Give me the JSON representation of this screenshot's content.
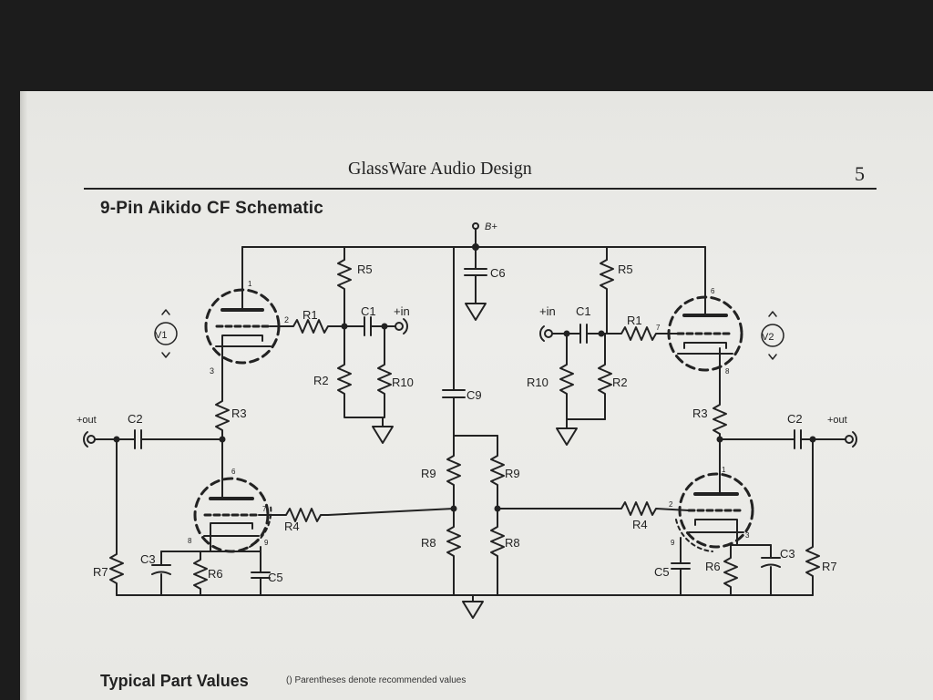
{
  "header": {
    "title": "GlassWare Audio Design",
    "page_number": "5"
  },
  "figure": {
    "title": "9-Pin Aikido CF  Schematic"
  },
  "labels": {
    "b_plus": "B+",
    "in": "+in",
    "out": "+out",
    "v1": "V1",
    "v2": "V2",
    "R1": "R1",
    "R2": "R2",
    "R3": "R3",
    "R4": "R4",
    "R5": "R5",
    "R6": "R6",
    "R7": "R7",
    "R8": "R8",
    "R9": "R9",
    "R10": "R10",
    "C1": "C1",
    "C2": "C2",
    "C3": "C3",
    "C5": "C5",
    "C6": "C6",
    "C9": "C9",
    "pin1": "1",
    "pin2": "2",
    "pin3": "3",
    "pin6": "6",
    "pin7": "7",
    "pin8": "8",
    "pin9": "9"
  },
  "footer": {
    "section_title": "Typical Part Values",
    "note": "() Parentheses denote recommended values"
  }
}
